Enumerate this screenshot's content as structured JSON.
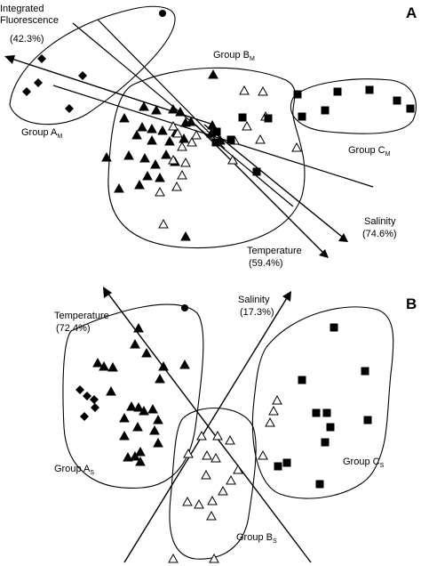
{
  "chart_data": [
    {
      "type": "scatter",
      "panel": "A",
      "groups": [
        {
          "label": "Group A",
          "sub": "M"
        },
        {
          "label": "Group B",
          "sub": "M"
        },
        {
          "label": "Group C",
          "sub": "M"
        }
      ],
      "vectors": [
        {
          "name": "Integrated Fluorescence",
          "value": "(42.3%)"
        },
        {
          "name": "Salinity",
          "value": "(74.6%)"
        },
        {
          "name": "Temperature",
          "value": "(59.4%)"
        },
        {
          "name": "",
          "value": ""
        },
        {
          "name": "",
          "value": ""
        }
      ],
      "series": [
        {
          "marker": "diamond",
          "points": [
            [
              183,
              15
            ],
            [
              47,
              66
            ],
            [
              93,
              85
            ],
            [
              43,
              93
            ],
            [
              30,
              103
            ],
            [
              78,
              122
            ]
          ]
        },
        {
          "marker": "filled_triangle",
          "points": [
            [
              240,
              84
            ],
            [
              162,
              120
            ],
            [
              176,
              124
            ],
            [
              195,
              123
            ],
            [
              203,
              126
            ],
            [
              140,
              133
            ],
            [
              160,
              143
            ],
            [
              171,
              145
            ],
            [
              183,
              147
            ],
            [
              209,
              138
            ],
            [
              215,
              137
            ],
            [
              198,
              149
            ],
            [
              154,
              152
            ],
            [
              171,
              158
            ],
            [
              191,
              159
            ],
            [
              207,
              156
            ],
            [
              239,
              141
            ],
            [
              120,
              177
            ],
            [
              145,
              175
            ],
            [
              163,
              178
            ],
            [
              187,
              174
            ],
            [
              197,
              182
            ],
            [
              175,
              185
            ],
            [
              134,
              212
            ],
            [
              157,
              208
            ],
            [
              209,
              266
            ],
            [
              238,
              150
            ],
            [
              248,
              158
            ],
            [
              166,
              198
            ],
            [
              180,
              200
            ]
          ]
        },
        {
          "marker": "open_triangle",
          "points": [
            [
              275,
              102
            ],
            [
              296,
              103
            ],
            [
              299,
              131
            ],
            [
              278,
              142
            ],
            [
              195,
              142
            ],
            [
              200,
              150
            ],
            [
              205,
              165
            ],
            [
              216,
              160
            ],
            [
              221,
              152
            ],
            [
              195,
              180
            ],
            [
              209,
              183
            ],
            [
              205,
              197
            ],
            [
              199,
              210
            ],
            [
              180,
              216
            ],
            [
              262,
              180
            ],
            [
              264,
              158
            ],
            [
              293,
              157
            ],
            [
              334,
              166
            ],
            [
              184,
              252
            ]
          ]
        },
        {
          "marker": "filled_square",
          "points": [
            [
              335,
              106
            ],
            [
              380,
              103
            ],
            [
              416,
              101
            ],
            [
              447,
              113
            ],
            [
              462,
              122
            ],
            [
              366,
              124
            ],
            [
              340,
              131
            ],
            [
              273,
              132
            ],
            [
              302,
              133
            ],
            [
              244,
              148
            ],
            [
              260,
              157
            ],
            [
              243,
              160
            ],
            [
              289,
              193
            ]
          ]
        }
      ]
    },
    {
      "type": "scatter",
      "panel": "B",
      "groups": [
        {
          "label": "Group A",
          "sub": "S"
        },
        {
          "label": "Group B",
          "sub": "S"
        },
        {
          "label": "Group C",
          "sub": "S"
        }
      ],
      "vectors": [
        {
          "name": "Temperature",
          "value": "(72.4%)"
        },
        {
          "name": "Salinity",
          "value": "(17.3%)"
        }
      ],
      "series": [
        {
          "marker": "diamond",
          "points": [
            [
              90,
              438
            ],
            [
              106,
              449
            ],
            [
              98,
              445
            ],
            [
              107,
              458
            ],
            [
              95,
              468
            ]
          ]
        },
        {
          "marker": "filled_triangle",
          "points": [
            [
              156,
              369
            ],
            [
              152,
              387
            ],
            [
              165,
              397
            ],
            [
              110,
              408
            ],
            [
              117,
              412
            ],
            [
              127,
              413
            ],
            [
              184,
              412
            ],
            [
              208,
              410
            ],
            [
              180,
              426
            ],
            [
              125,
              440
            ],
            [
              148,
              457
            ],
            [
              156,
              458
            ],
            [
              172,
              460
            ],
            [
              162,
              462
            ],
            [
              140,
              470
            ],
            [
              178,
              472
            ],
            [
              155,
              480
            ],
            [
              174,
              484
            ],
            [
              140,
              490
            ],
            [
              178,
              498
            ],
            [
              158,
              508
            ],
            [
              152,
              513
            ],
            [
              144,
              514
            ],
            [
              158,
              519
            ]
          ]
        },
        {
          "marker": "open_triangle",
          "points": [
            [
              227,
              490
            ],
            [
              245,
              490
            ],
            [
              312,
              450
            ],
            [
              308,
              462
            ],
            [
              304,
              475
            ],
            [
              296,
              512
            ],
            [
              259,
              495
            ],
            [
              212,
              510
            ],
            [
              233,
              512
            ],
            [
              243,
              515
            ],
            [
              268,
              528
            ],
            [
              232,
              534
            ],
            [
              260,
              540
            ],
            [
              251,
              552
            ],
            [
              239,
              563
            ],
            [
              211,
              564
            ],
            [
              224,
              567
            ],
            [
              238,
              580
            ],
            [
              195,
              628
            ],
            [
              241,
              628
            ]
          ]
        },
        {
          "marker": "filled_square",
          "points": [
            [
              376,
              368
            ],
            [
              340,
              427
            ],
            [
              411,
              417
            ],
            [
              356,
              464
            ],
            [
              368,
              464
            ],
            [
              372,
              480
            ],
            [
              414,
              472
            ],
            [
              366,
              497
            ],
            [
              323,
              520
            ],
            [
              313,
              524
            ],
            [
              360,
              544
            ]
          ]
        }
      ]
    }
  ]
}
